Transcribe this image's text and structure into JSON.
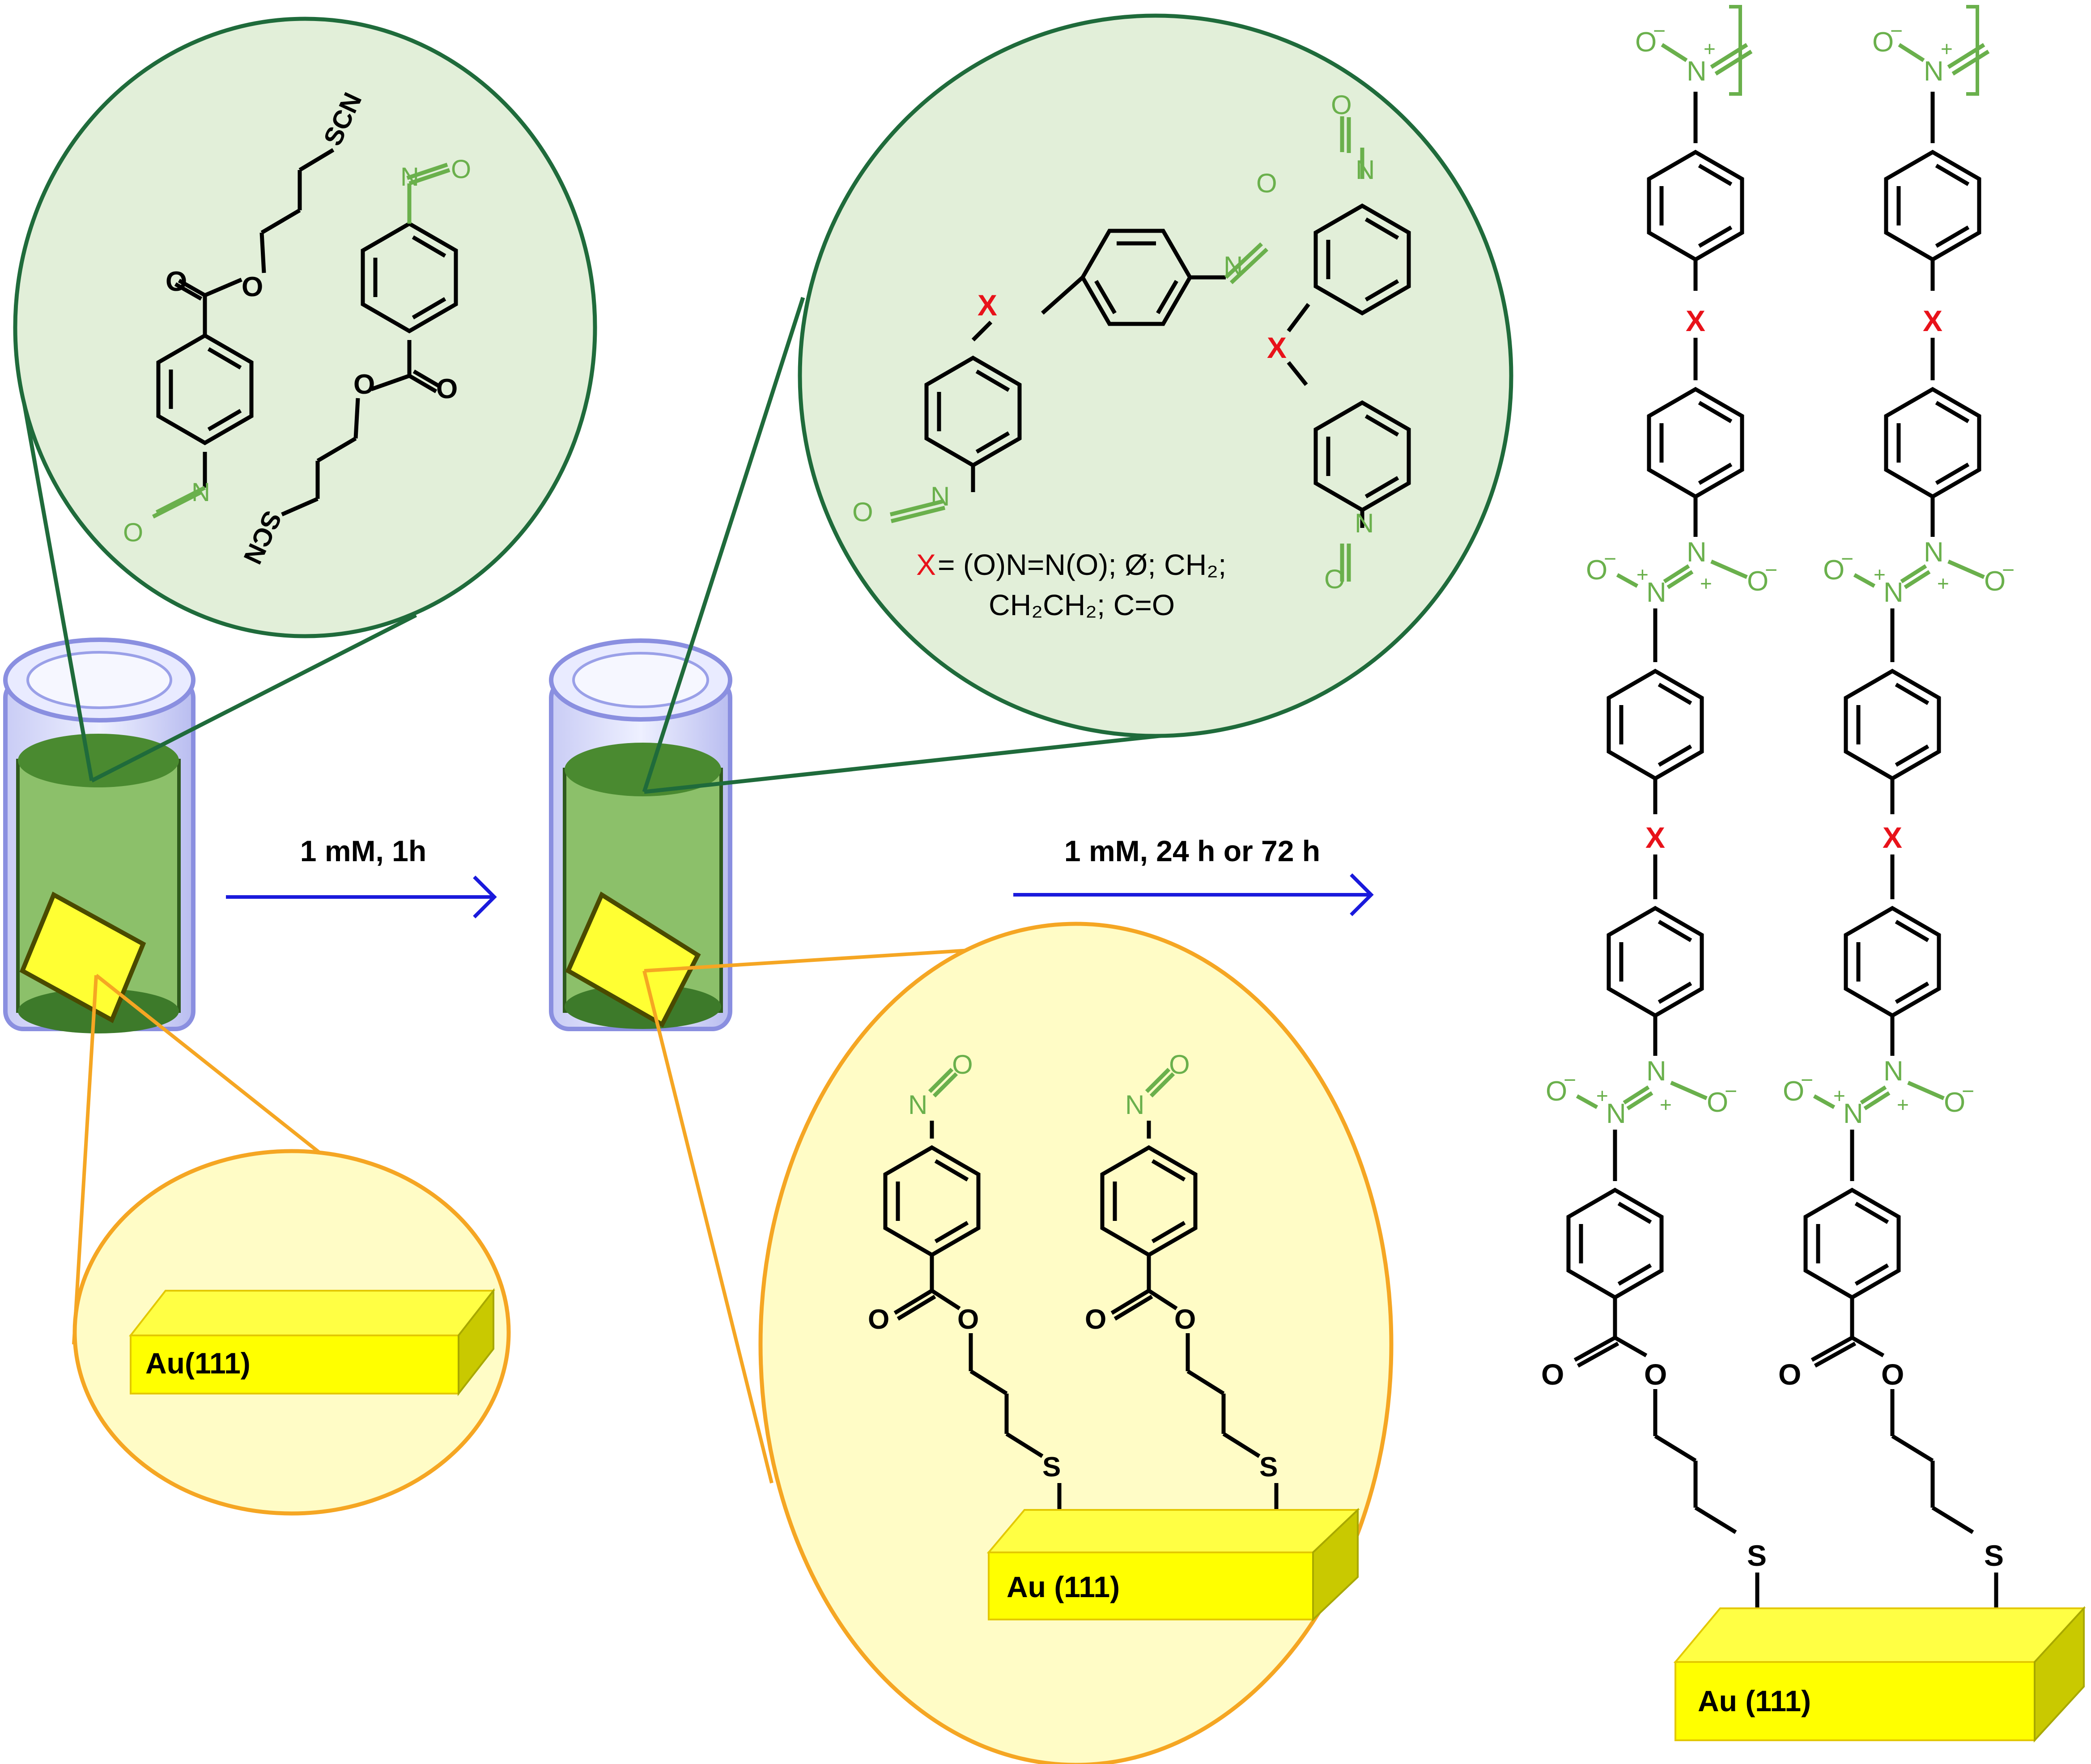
{
  "step1": {
    "label": "1 mM, 1h"
  },
  "step2": {
    "label": "1 mM, 24 h or 72 h"
  },
  "substrate": {
    "bare_label": "Au(111)",
    "mid_label": "Au (111)",
    "final_label": "Au (111)"
  },
  "molecule": {
    "atom_S": "S",
    "atom_O": "O",
    "atom_N": "N",
    "atom_X": "X",
    "group_SCN": "SCN",
    "charge_minus": "−",
    "charge_plus": "+"
  },
  "linker_legend": {
    "x_symbol": "X",
    "line1": "= (O)N=N(O); Ø; CH₂;",
    "line2": "CH₂CH₂; C=O"
  },
  "colors": {
    "green_bubble": "#e2efd9",
    "green_outline": "#1f6b3b",
    "yellow_bubble": "#fffcc6",
    "orange_outline": "#f5a623",
    "nitroso_green": "#6ab04c",
    "linker_red": "#e8121a",
    "gold": "#ffff00",
    "arrow_blue": "#1a1adc"
  }
}
